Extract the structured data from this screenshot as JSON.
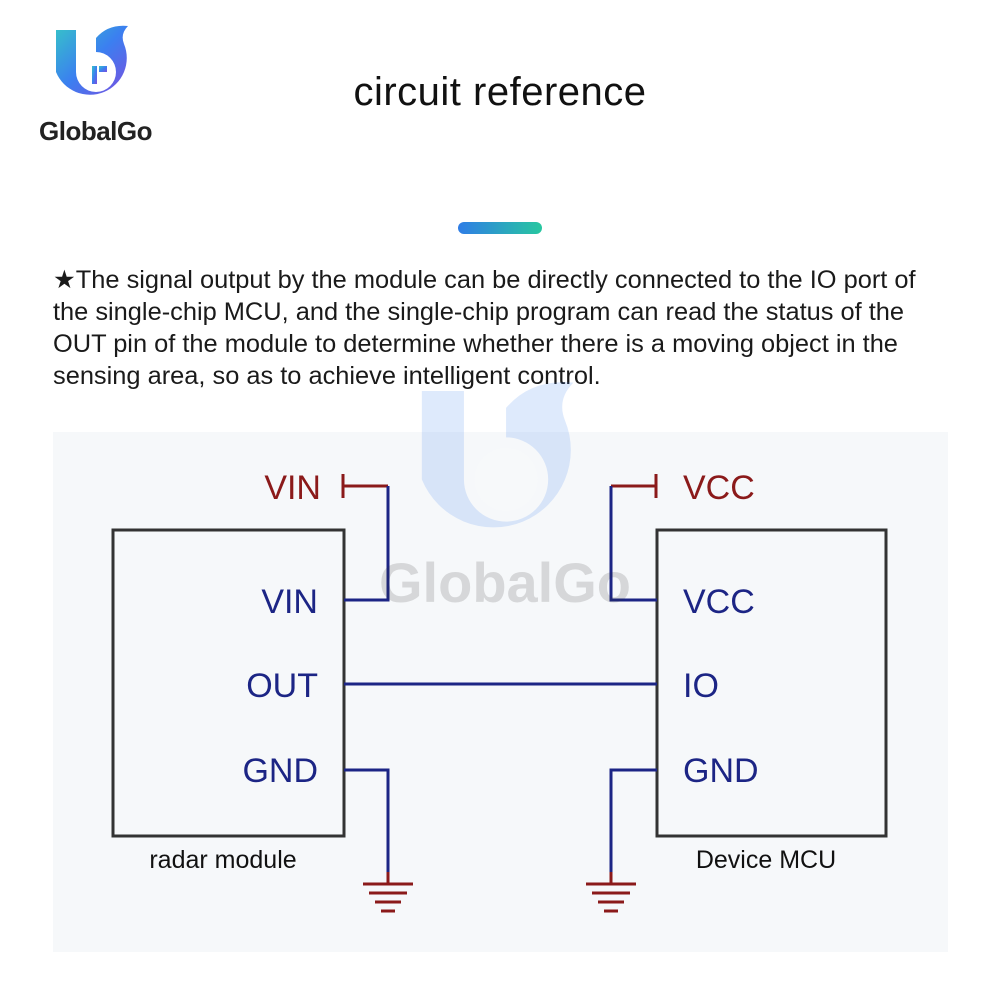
{
  "brand": {
    "name": "GlobalGo",
    "watermark": "GlobalGo"
  },
  "page": {
    "title": "circuit reference",
    "description": "★The signal output by the module can be directly connected to the IO port of the single-chip MCU, and the single-chip program can read the status of the OUT pin of the module to determine whether there is a moving object in the sensing area, so as to achieve intelligent control."
  },
  "diagram": {
    "left_block": {
      "label": "radar module",
      "supply_label": "VIN",
      "pins": [
        "VIN",
        "OUT",
        "GND"
      ]
    },
    "right_block": {
      "label": "Device MCU",
      "supply_label": "VCC",
      "pins": [
        "VCC",
        "IO",
        "GND"
      ]
    },
    "colors": {
      "wire": "#1c2585",
      "supply": "#8b1a1a",
      "block_border": "#333333",
      "ground": "#8b1a1a",
      "panel": "#f6f8fa"
    }
  }
}
